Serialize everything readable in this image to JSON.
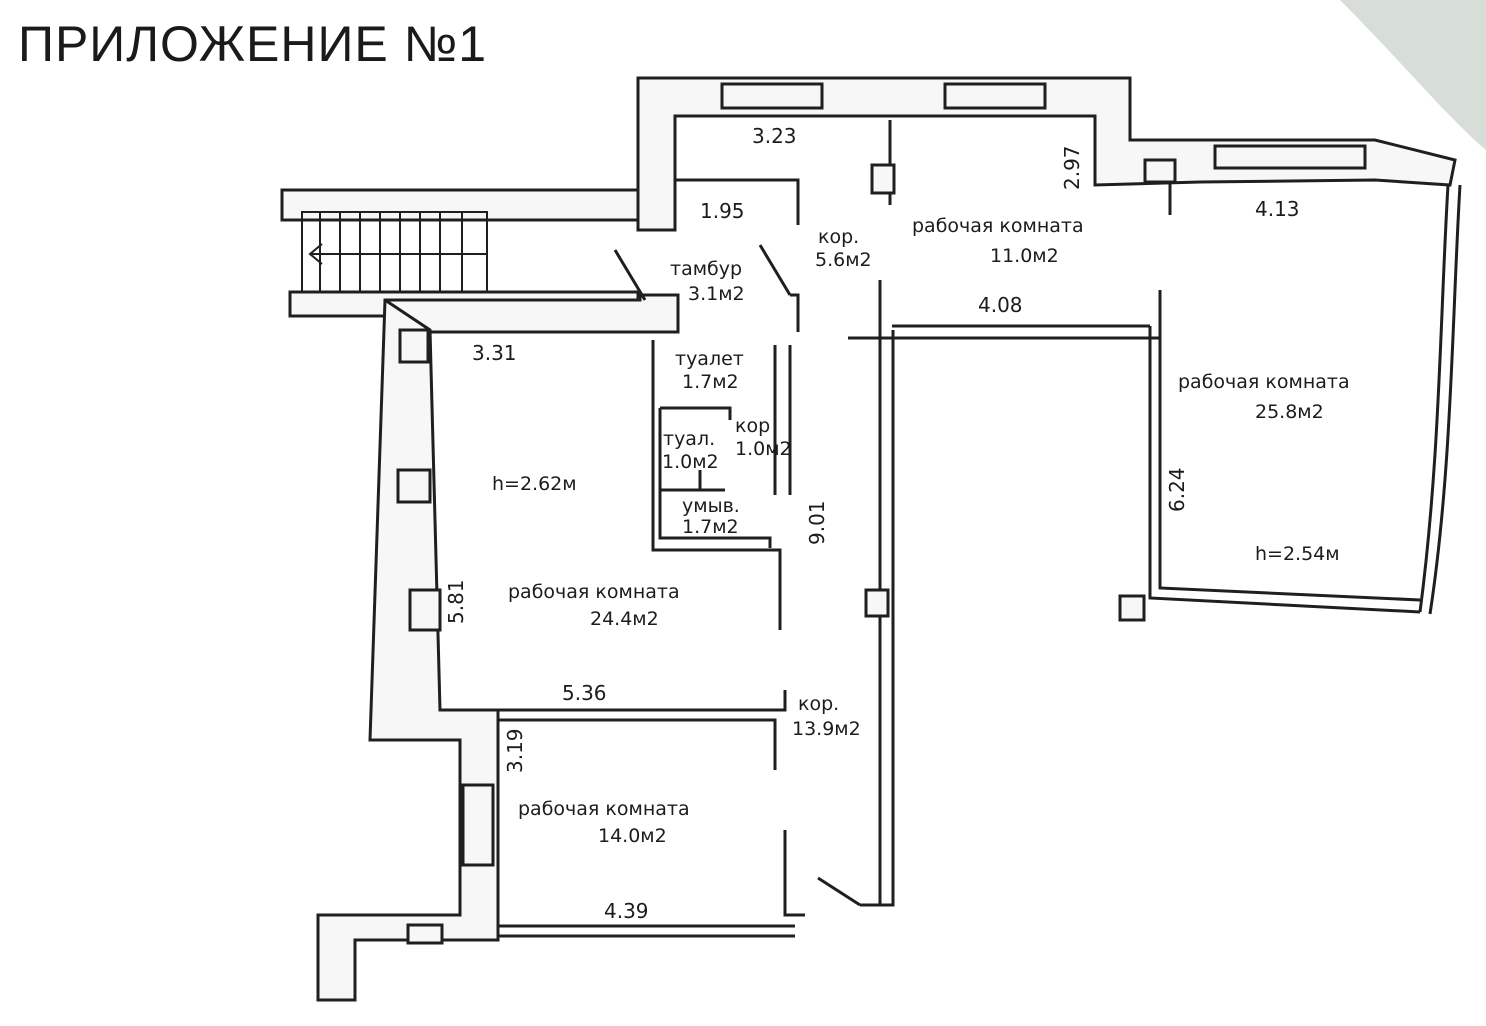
{
  "title": "ПРИЛОЖЕНИЕ №1",
  "rooms": [
    {
      "id": "kor1",
      "name": "кор.",
      "area": "5.6м2"
    },
    {
      "id": "work1",
      "name": "рабочая комната",
      "area": "11.0м2"
    },
    {
      "id": "tambur",
      "name": "тамбур",
      "area": "3.1м2"
    },
    {
      "id": "toilet1",
      "name": "туалет",
      "area": "1.7м2"
    },
    {
      "id": "toilet2",
      "name": "туал.",
      "area": "1.0м2"
    },
    {
      "id": "kor2",
      "name": "кор",
      "area": "1.0м2"
    },
    {
      "id": "wash",
      "name": "умыв.",
      "area": "1.7м2"
    },
    {
      "id": "work2",
      "name": "рабочая комната",
      "area": "25.8м2"
    },
    {
      "id": "work3",
      "name": "рабочая комната",
      "area": "24.4м2"
    },
    {
      "id": "kor3",
      "name": "кор.",
      "area": "13.9м2"
    },
    {
      "id": "work4",
      "name": "рабочая комната",
      "area": "14.0м2"
    }
  ],
  "heights": {
    "h1": "h=2.62м",
    "h2": "h=2.54м"
  },
  "dimensions": {
    "d323": "3.23",
    "d297": "2.97",
    "d195": "1.95",
    "d413": "4.13",
    "d408": "4.08",
    "d331": "3.31",
    "d624": "6.24",
    "d901": "9.01",
    "d581": "5.81",
    "d536": "5.36",
    "d319": "3.19",
    "d439": "4.39"
  }
}
